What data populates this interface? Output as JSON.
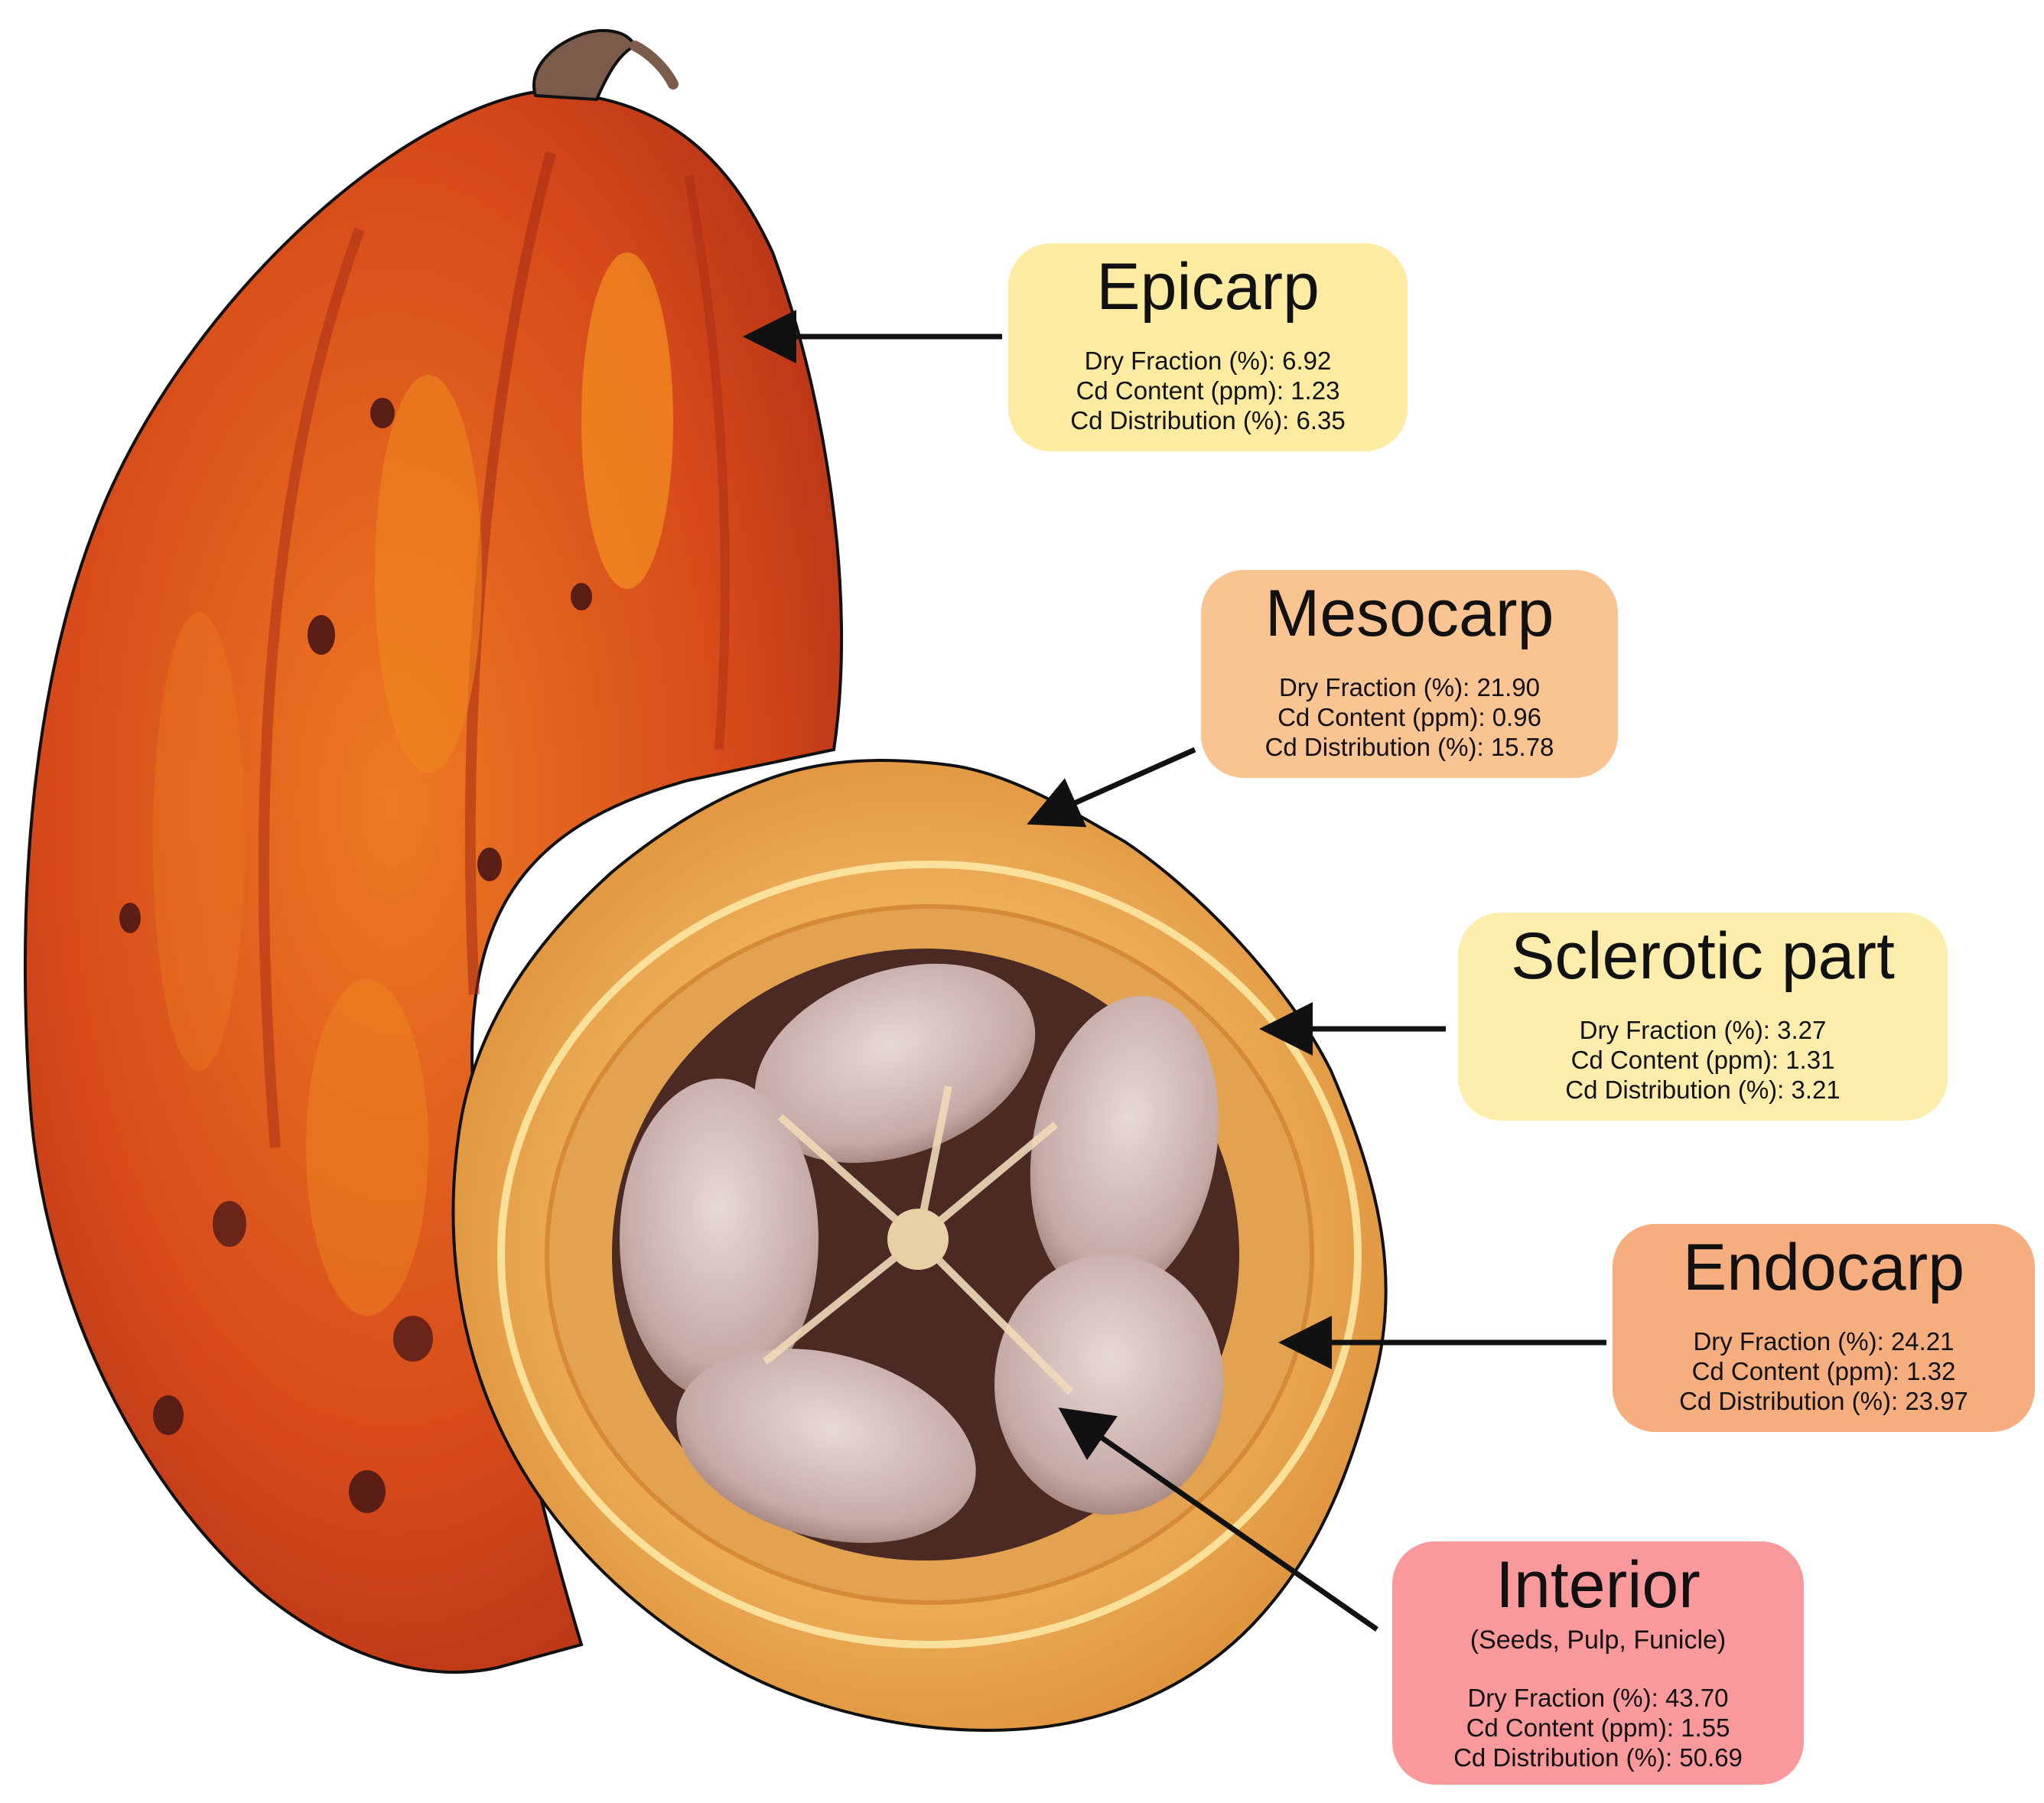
{
  "colors": {
    "epicarp": "#fdeba1",
    "mesocarp": "#f9c392",
    "sclerotic": "#fdedad",
    "endocarp": "#f7ae7f",
    "interior": "#f9999c",
    "pod_dark": "#b8321b",
    "pod_orange": "#e86a1c",
    "cut_orange": "#e39a3f",
    "seed": "#cfb8b5",
    "outline": "#111111"
  },
  "labels": {
    "epicarp": {
      "title": "Epicarp",
      "lines": [
        "Dry Fraction (%): 6.92",
        "Cd Content (ppm): 1.23",
        "Cd Distribution (%): 6.35"
      ]
    },
    "mesocarp": {
      "title": "Mesocarp",
      "lines": [
        "Dry Fraction (%): 21.90",
        "Cd Content (ppm): 0.96",
        "Cd Distribution (%): 15.78"
      ]
    },
    "sclerotic": {
      "title": "Sclerotic part",
      "lines": [
        "Dry Fraction (%): 3.27",
        "Cd Content (ppm): 1.31",
        "Cd Distribution (%): 3.21"
      ]
    },
    "endocarp": {
      "title": "Endocarp",
      "lines": [
        "Dry Fraction (%): 24.21",
        "Cd Content (ppm): 1.32",
        "Cd Distribution (%): 23.97"
      ]
    },
    "interior": {
      "title": "Interior",
      "subtitle": "(Seeds, Pulp, Funicle)",
      "lines": [
        "Dry Fraction (%): 43.70",
        "Cd Content (ppm): 1.55",
        "Cd Distribution (%): 50.69"
      ]
    }
  }
}
